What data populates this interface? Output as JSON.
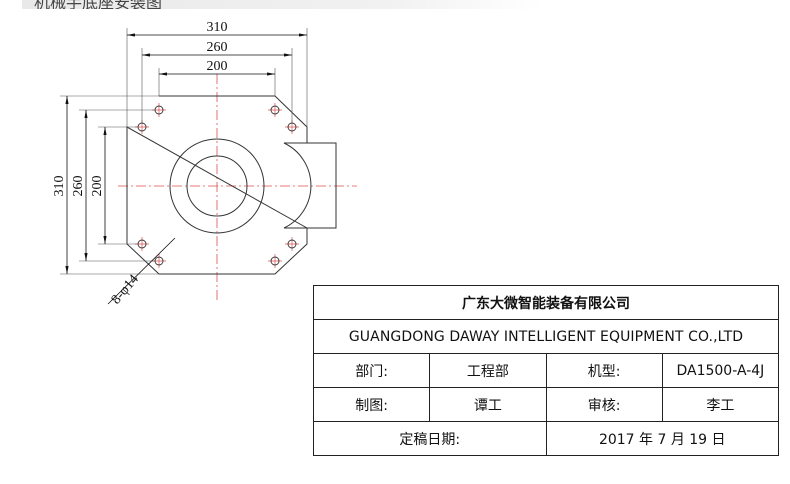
{
  "header": {
    "title": "机械手底座安装图"
  },
  "drawing": {
    "dims_horizontal": [
      "310",
      "260",
      "200"
    ],
    "dims_vertical": [
      "310",
      "260",
      "200"
    ],
    "hole_note": "8-φ14"
  },
  "title_block": {
    "company_cn": "广东大微智能装备有限公司",
    "company_en": "GUANGDONG DAWAY INTELLIGENT EQUIPMENT CO.,LTD",
    "dept_label": "部门:",
    "dept_value": "工程部",
    "model_label": "机型:",
    "model_value": "DA1500-A-4J",
    "drawn_label": "制图:",
    "drawn_value": "谭工",
    "review_label": "审核:",
    "review_value": "李工",
    "date_label": "定稿日期:",
    "date_value": "2017 年 7 月 19 日"
  },
  "colors": {
    "line": "#333333",
    "centerline": "#e05050"
  }
}
